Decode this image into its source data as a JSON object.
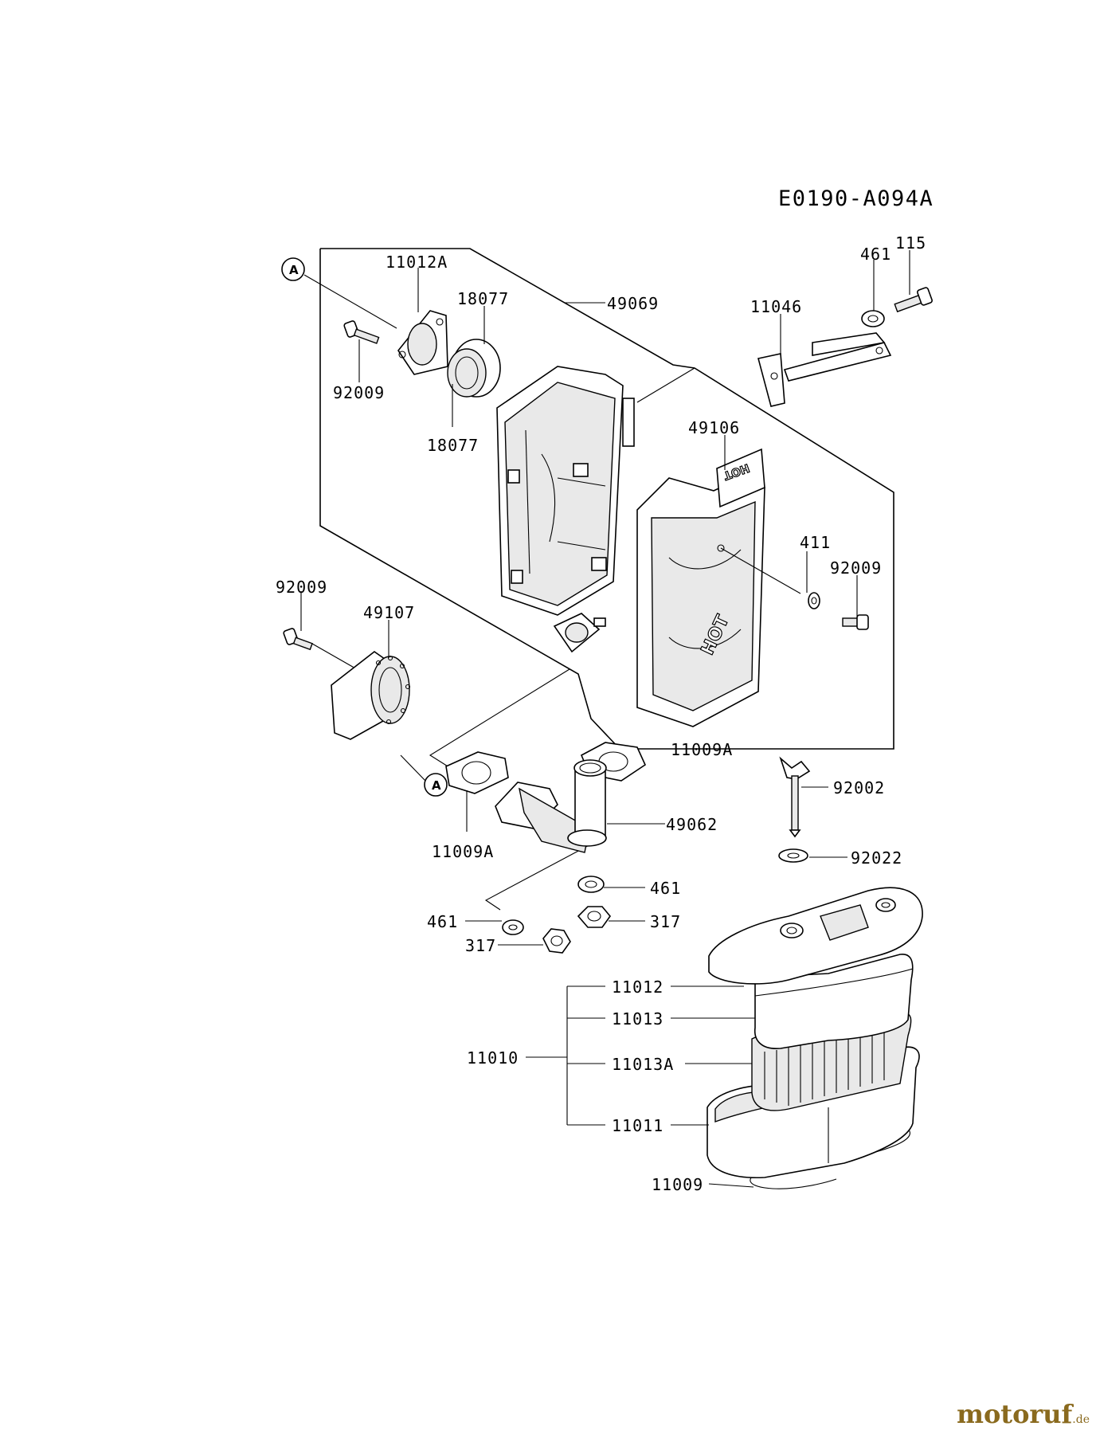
{
  "diagram_code": "E0190-A094A",
  "ref_marker": "A",
  "hot_label": "HOT",
  "labels": {
    "p11012A": "11012A",
    "p18077a": "18077",
    "p49069": "49069",
    "p461a": "461",
    "p115": "115",
    "p11046": "11046",
    "p92009a": "92009",
    "p18077b": "18077",
    "p49106": "49106",
    "p411": "411",
    "p92009b": "92009",
    "p92009c": "92009",
    "p49107": "49107",
    "p11009Aa": "11009A",
    "p92002": "92002",
    "p49062": "49062",
    "p11009Ab": "11009A",
    "p92022": "92022",
    "p461b": "461",
    "p461c": "461",
    "p317a": "317",
    "p317b": "317",
    "p11012": "11012",
    "p11013": "11013",
    "p11010": "11010",
    "p11013A": "11013A",
    "p11011": "11011",
    "p11009": "11009"
  },
  "watermark": {
    "brand": "motoruf",
    "domain": ".de"
  }
}
